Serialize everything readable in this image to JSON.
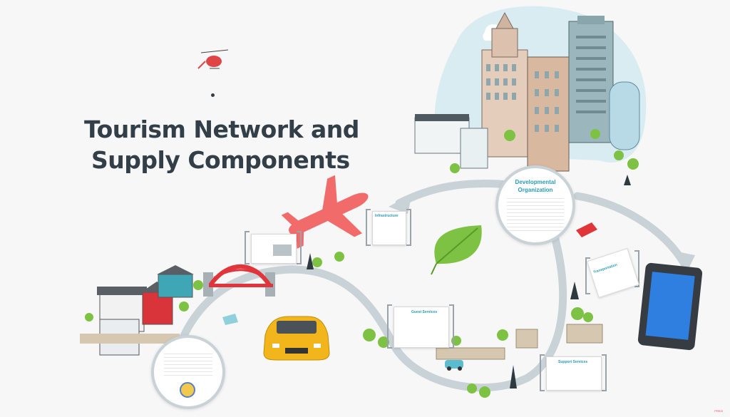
{
  "title": {
    "line1": "Tourism Network and",
    "line2": "Supply Components"
  },
  "nodes": {
    "developmental": {
      "title_line1": "Developmental",
      "title_line2": "Organization"
    },
    "infrastructure": {
      "title": "Infrastructure"
    },
    "transportation": {
      "title": "Transportation"
    },
    "guest_services": {
      "title": "Guest Services"
    },
    "support_services": {
      "title": "Support Services"
    }
  },
  "footer": {
    "prefix": "Prezi",
    "brand": "PREZI"
  },
  "colors": {
    "title": "#333f48",
    "path": "#c9d3d7",
    "accent": "#2a9bb8",
    "plane": "#f26b6b",
    "bridge": "#e0353b",
    "taxi": "#f2b51c",
    "leaf": "#7dc242",
    "sky": "#d8ecf2"
  },
  "icons": [
    "helicopter-icon",
    "airplane-icon",
    "leaf-icon",
    "tablet-icon",
    "taxi-icon",
    "bridge-icon",
    "car-icon"
  ]
}
